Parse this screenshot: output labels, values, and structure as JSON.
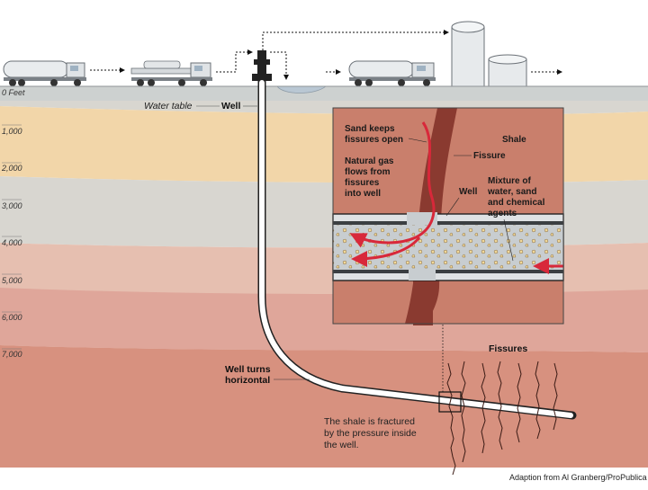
{
  "depth_labels": [
    "0 Feet",
    "1,000",
    "2,000",
    "3,000",
    "4,000",
    "5,000",
    "6,000",
    "7,000"
  ],
  "surface": {
    "water_table_label": "Water table",
    "well_label": "Well"
  },
  "callouts": {
    "well_turns_line1": "Well turns",
    "well_turns_line2": "horizontal",
    "fissures": "Fissures",
    "fractured_line1": "The shale is fractured",
    "fractured_line2": "by the pressure inside",
    "fractured_line3": "the well."
  },
  "inset": {
    "sand_keeps_line1": "Sand keeps",
    "sand_keeps_line2": "fissures open",
    "shale": "Shale",
    "fissure": "Fissure",
    "natural_gas_line1": "Natural gas",
    "natural_gas_line2": "flows from",
    "natural_gas_line3": "fissures",
    "natural_gas_line4": "into well",
    "well": "Well",
    "mixture_line1": "Mixture of",
    "mixture_line2": "water, sand",
    "mixture_line3": "and chemical",
    "mixture_line4": "agents"
  },
  "credit": "Adaption from Al Granberg/ProPublica",
  "colors": {
    "sky": "#ffffff",
    "ground_surface": "#cdd1d0",
    "band_light_gray": "#d8d6d0",
    "band_tan": "#f2d6a9",
    "band_pink": "#e6bfb0",
    "band_rose": "#dfa69a",
    "shale_deep": "#d7917f",
    "inset_shale": "#c97f6c",
    "fissure_dark": "#8a3a30",
    "gas_arrow": "#d8283a",
    "pipe_fill": "#ffffff"
  }
}
